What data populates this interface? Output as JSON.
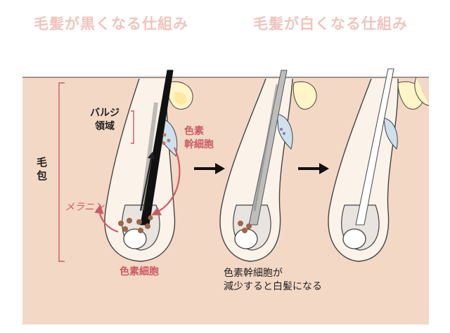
{
  "titles": {
    "black": "毛髪が黒くなる仕組み",
    "white": "毛髪が白くなる仕組み"
  },
  "labels": {
    "follicle": "毛\n包",
    "bulge": "バルジ\n領域",
    "stem_cell": "色素\n幹細胞",
    "melanin": "メラニン",
    "pigment_cell": "色素細胞",
    "caption": "色素幹細胞が\n減少すると白髪になる"
  },
  "colors": {
    "skin": "#f4d8c6",
    "follicle_fill": "#fbf2ea",
    "outline": "#444444",
    "accent_pink": "#cc5a64",
    "bulge_blue": "#cfe1ee",
    "sebaceous_cream": "#fff5c6",
    "melanin_brown": "#9a6748",
    "title_pink": "#f0c4bd"
  }
}
